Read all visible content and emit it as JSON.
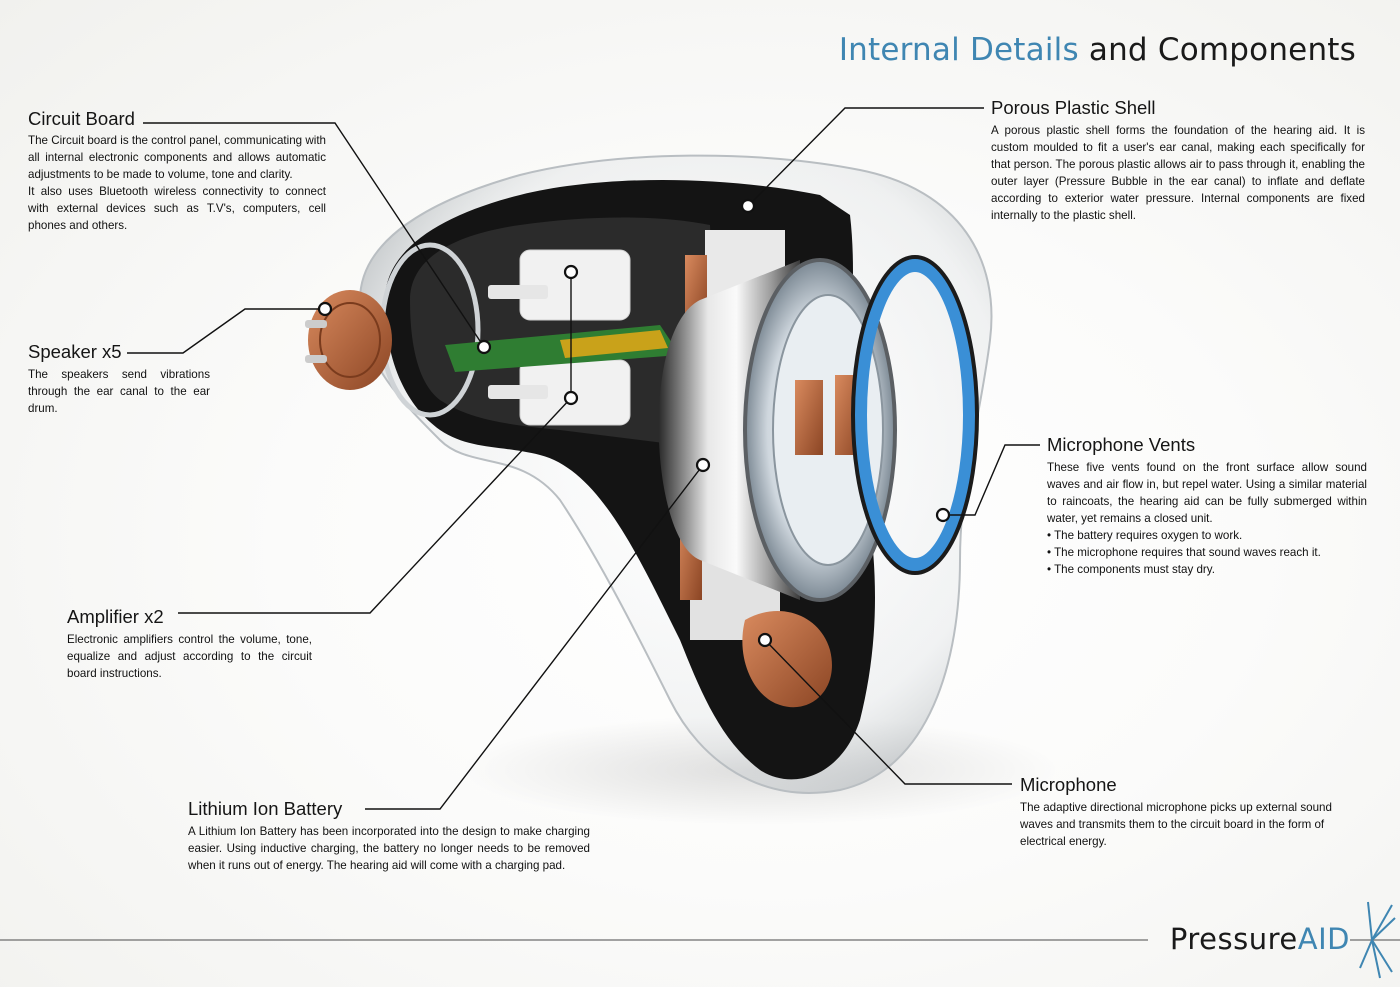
{
  "title": {
    "part1": "Internal Details",
    "part2": "and Components"
  },
  "labels": {
    "circuit_board": {
      "title": "Circuit Board",
      "text1": "The Circuit board is the control panel, communicating with all internal electronic components and allows automatic adjustments to be made to volume, tone and clarity.",
      "text2": "It also uses Bluetooth wireless connectivity to connect with external devices such as T.V's, computers, cell phones and others."
    },
    "speaker": {
      "title": "Speaker x5",
      "text": "The speakers send vibrations through the ear canal to the ear drum."
    },
    "amplifier": {
      "title": "Amplifier x2",
      "text": "Electronic amplifiers control the volume, tone, equalize and adjust according to the circuit board instructions."
    },
    "battery": {
      "title": "Lithium Ion Battery",
      "text": "A Lithium Ion Battery has been incorporated into the design to make charging easier. Using inductive charging, the battery no longer needs to be removed when it runs out of energy. The hearing aid will come with a charging pad."
    },
    "shell": {
      "title": "Porous Plastic Shell",
      "text": "A porous plastic shell forms the foundation of the hearing aid. It is custom moulded to fit a user's ear canal, making each specifically for that person. The porous plastic allows air to pass through it, enabling the outer layer (Pressure Bubble in the ear canal) to inflate and deflate according to exterior water pressure. Internal components are fixed internally to the plastic shell."
    },
    "vents": {
      "title": "Microphone Vents",
      "text": "These five vents found on the front surface allow sound waves and air flow in, but repel water. Using a similar material to raincoats, the hearing aid can be fully submerged within water, yet remains a closed unit.",
      "bullets": [
        "• The battery requires oxygen to work.",
        "• The microphone requires that sound waves reach it.",
        "• The components must stay dry."
      ]
    },
    "microphone": {
      "title": "Microphone",
      "text": "The adaptive directional microphone picks up external sound waves and transmits them to the circuit board in the form of electrical energy."
    }
  },
  "brand": {
    "part1": "Pressure",
    "part2": "AID"
  },
  "colors": {
    "accent": "#3f86b2",
    "shell_dark": "#111111",
    "copper": "#b8643a",
    "membrane_blue": "#3a8fd6",
    "pcb_green": "#2f7d32"
  }
}
